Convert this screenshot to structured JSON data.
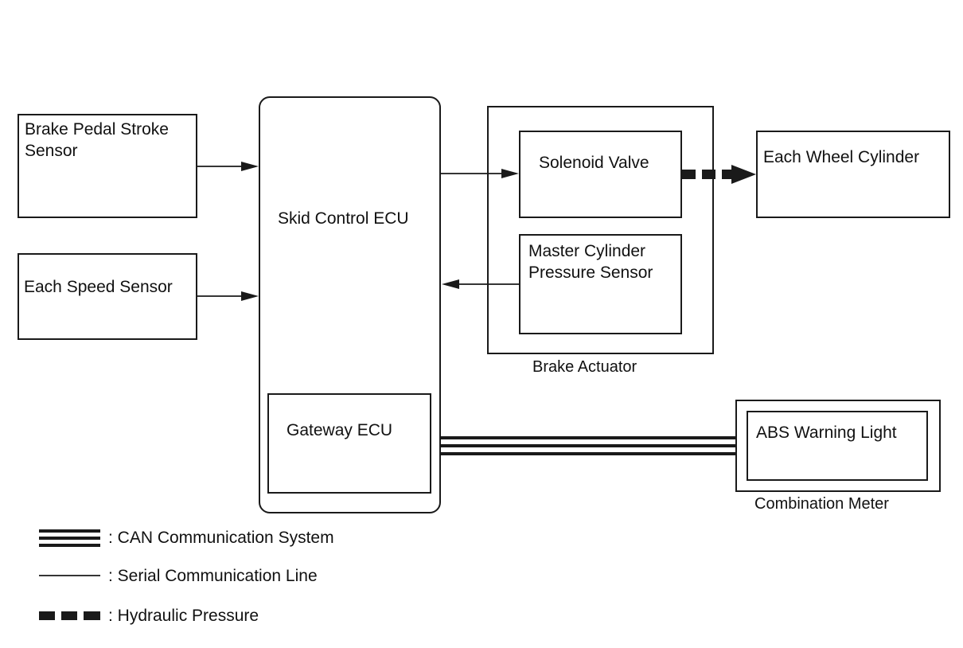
{
  "nodes": {
    "brake_pedal_stroke_sensor": "Brake Pedal Stroke\nSensor",
    "each_speed_sensor": "Each Speed Sensor",
    "skid_control_ecu": "Skid Control ECU",
    "gateway_ecu": "Gateway ECU",
    "solenoid_valve": "Solenoid Valve",
    "master_cylinder_pressure_sensor": "Master Cylinder\nPressure Sensor",
    "brake_actuator": "Brake Actuator",
    "each_wheel_cylinder": "Each Wheel Cylinder",
    "abs_warning_light": "ABS Warning Light",
    "combination_meter": "Combination Meter"
  },
  "legend": {
    "can": ": CAN Communication System",
    "serial": ": Serial Communication Line",
    "hydraulic": ": Hydraulic Pressure"
  },
  "colors": {
    "line": "#1a1a1a",
    "background": "#ffffff"
  }
}
